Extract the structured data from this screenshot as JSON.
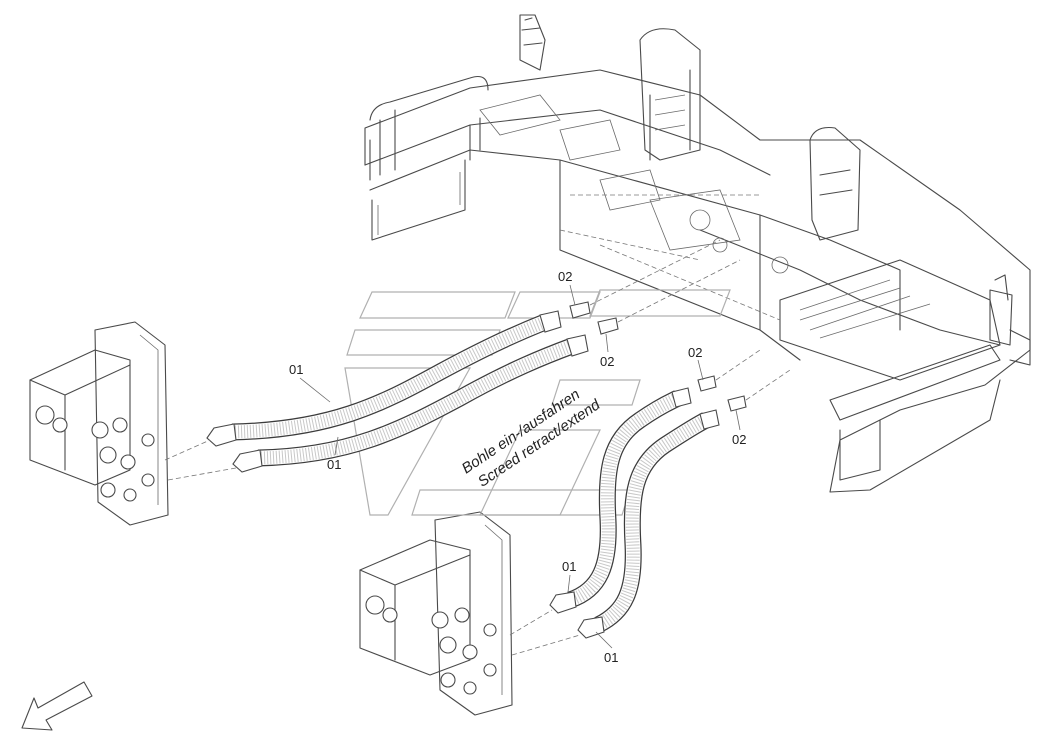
{
  "callouts": [
    {
      "label": "01"
    },
    {
      "label": "01"
    },
    {
      "label": "01"
    },
    {
      "label": "01"
    },
    {
      "label": "02"
    },
    {
      "label": "02"
    },
    {
      "label": "02"
    },
    {
      "label": "02"
    }
  ],
  "function_note": {
    "line1": "Bohle ein-/ausfahren",
    "line2": "Screed retract/extend"
  },
  "icons": {
    "direction": "direction-arrow-icon",
    "logo": "watermark-logo"
  },
  "colors": {
    "line": "#4a4a4a",
    "background": "#ffffff",
    "watermark": "#b0b0b0"
  }
}
